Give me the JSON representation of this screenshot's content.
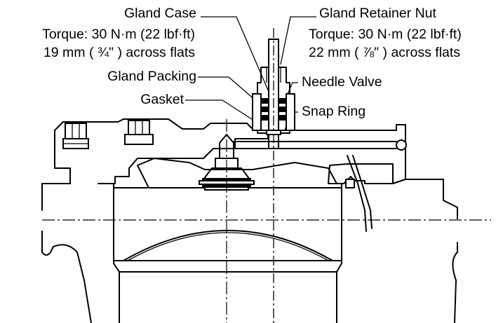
{
  "labels": {
    "gland_case": "Gland Case",
    "gland_case_torque": "Torque: 30 N·m (22 lbf·ft)",
    "gland_case_flats": "19 mm ( ¾\" ) across flats",
    "gland_retainer_nut": "Gland Retainer Nut",
    "gland_retainer_torque": "Torque: 30 N·m (22 lbf·ft)",
    "gland_retainer_flats": "22 mm ( ⅞\" ) across flats",
    "gland_packing": "Gland Packing",
    "gasket": "Gasket",
    "needle_valve": "Needle Valve",
    "snap_ring": "Snap Ring"
  },
  "colors": {
    "line": "#000000",
    "background": "#ffffff"
  }
}
